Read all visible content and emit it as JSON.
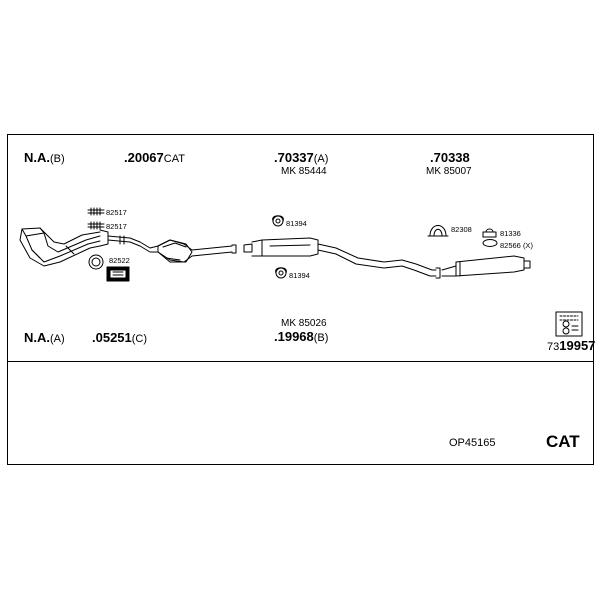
{
  "top": {
    "na_b": {
      "label": "N.A.",
      "suffix": "(B)"
    },
    "cat_pipe": {
      "number": ".20067",
      "suffix": "CAT"
    },
    "mid_silencer": {
      "number": ".70337",
      "suffix": "(A)",
      "mk": "MK 85444"
    },
    "rear_silencer": {
      "number": ".70338",
      "mk": "MK 85007"
    }
  },
  "parts": {
    "bolt1": "82517",
    "bolt2": "82517",
    "gasket": "82522",
    "hanger_top": "81394",
    "hanger_bottom": "81394",
    "clamp": "82308",
    "rear_hanger1": "81336",
    "rear_hanger2": "82566 (X)"
  },
  "bottom": {
    "na_a": {
      "label": "N.A.",
      "suffix": "(A)"
    },
    "front_pipe": {
      "number": ".05251",
      "suffix": "(C)"
    },
    "mid_pipe": {
      "mk": "MK 85026",
      "number": ".19968",
      "suffix": "(B)"
    },
    "kit": {
      "prefix": "73",
      "number": "19957"
    }
  },
  "footer": {
    "code": "OP45165",
    "cat": "CAT"
  },
  "colors": {
    "line": "#000000",
    "fill": "#ffffff"
  }
}
